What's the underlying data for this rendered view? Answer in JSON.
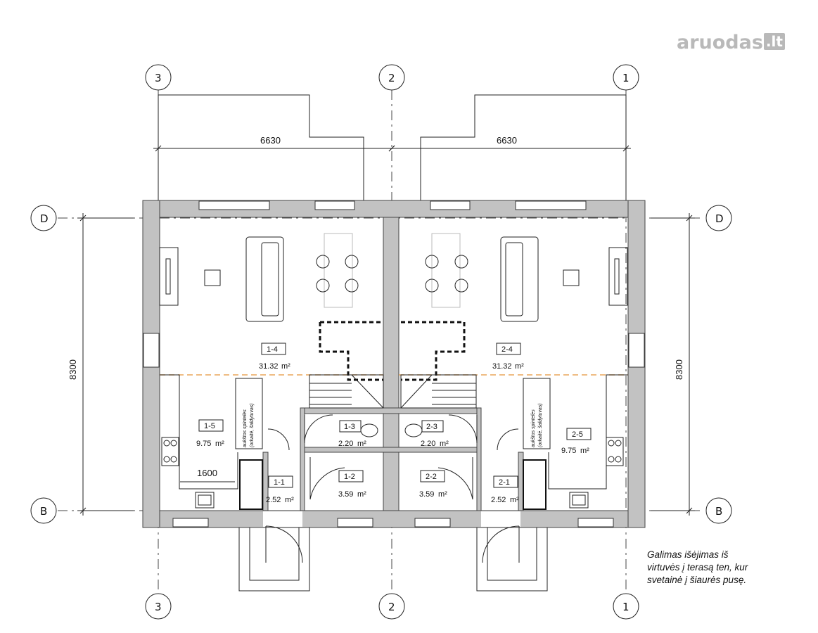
{
  "logo": {
    "text": "aruodas",
    "badge": ".lt"
  },
  "axes": {
    "columns": [
      "3",
      "2",
      "1"
    ],
    "rows": [
      "D",
      "B"
    ]
  },
  "dimensions": {
    "left_width": "6630",
    "right_width": "6630",
    "left_height": "8300",
    "right_height": "8300",
    "kitchen_length": "1600"
  },
  "rooms": [
    {
      "id": "1-4",
      "area": "31.32"
    },
    {
      "id": "1-5",
      "area": "9.75"
    },
    {
      "id": "1-3",
      "area": "2.20"
    },
    {
      "id": "1-2",
      "area": "3.59"
    },
    {
      "id": "1-1",
      "area": "2.52"
    },
    {
      "id": "2-4",
      "area": "31.32"
    },
    {
      "id": "2-5",
      "area": "9.75"
    },
    {
      "id": "2-3",
      "area": "2.20"
    },
    {
      "id": "2-2",
      "area": "3.59"
    },
    {
      "id": "2-1",
      "area": "2.52"
    }
  ],
  "area_unit": "m²",
  "cabinet_label": [
    "aukštos spintelės",
    "(orkaitė, šaldytuvas)"
  ],
  "note": "Galimas išėjimas iš\nvirtuvės į terasą ten, kur\nsvetainė į šiaurės pusę.",
  "colors": {
    "wall_fill": "#c2c2c2",
    "line": "#222222",
    "dash_orange": "#e8a65a",
    "logo": "#b9b9b9"
  }
}
